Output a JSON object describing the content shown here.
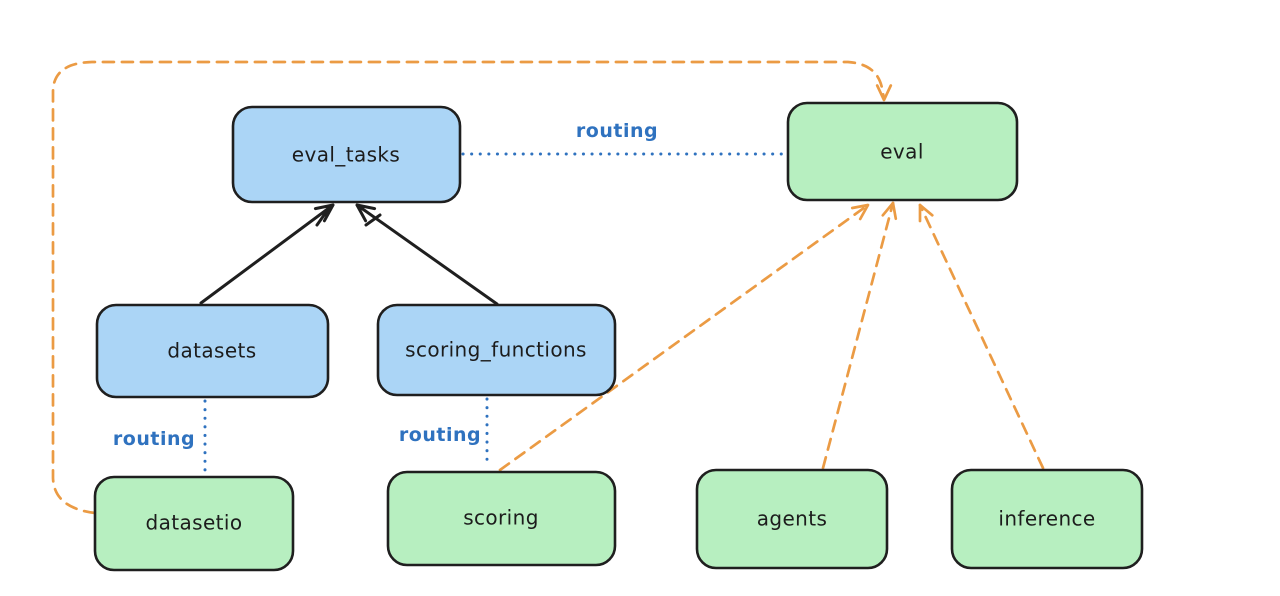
{
  "diagram": {
    "nodes": {
      "eval_tasks": {
        "label": "eval_tasks",
        "fill": "#abd5f6",
        "type": "resource"
      },
      "eval": {
        "label": "eval",
        "fill": "#b7efc0",
        "type": "provider"
      },
      "datasets": {
        "label": "datasets",
        "fill": "#abd5f6",
        "type": "resource"
      },
      "scoring_functions": {
        "label": "scoring_functions",
        "fill": "#abd5f6",
        "type": "resource"
      },
      "datasetio": {
        "label": "datasetio",
        "fill": "#b7efc0",
        "type": "provider"
      },
      "scoring": {
        "label": "scoring",
        "fill": "#b7efc0",
        "type": "provider"
      },
      "agents": {
        "label": "agents",
        "fill": "#b7efc0",
        "type": "provider"
      },
      "inference": {
        "label": "inference",
        "fill": "#b7efc0",
        "type": "provider"
      }
    },
    "edges": [
      {
        "from": "datasets",
        "to": "eval_tasks",
        "style": "solid-arrow",
        "color": "#1f1f1f"
      },
      {
        "from": "scoring_functions",
        "to": "eval_tasks",
        "style": "solid-arrow",
        "color": "#1f1f1f"
      },
      {
        "from": "eval_tasks",
        "to": "eval",
        "style": "dotted",
        "label": "routing",
        "color": "#2f72bf"
      },
      {
        "from": "datasets",
        "to": "datasetio",
        "style": "dotted",
        "label": "routing",
        "color": "#2f72bf"
      },
      {
        "from": "scoring_functions",
        "to": "scoring",
        "style": "dotted",
        "label": "routing",
        "color": "#2f72bf"
      },
      {
        "from": "scoring",
        "to": "eval",
        "style": "dashed-arrow",
        "color": "#eb9b44"
      },
      {
        "from": "agents",
        "to": "eval",
        "style": "dashed-arrow",
        "color": "#eb9b44"
      },
      {
        "from": "inference",
        "to": "eval",
        "style": "dashed-arrow",
        "color": "#eb9b44"
      },
      {
        "from": "datasetio",
        "to": "eval",
        "style": "dashed-arrow",
        "color": "#eb9b44"
      }
    ],
    "colors": {
      "background": "#ffffff",
      "resource_fill": "#abd5f6",
      "provider_fill": "#b7efc0",
      "stroke": "#1f1f1f",
      "routing_blue": "#2f72bf",
      "dependency_orange": "#eb9b44"
    }
  }
}
